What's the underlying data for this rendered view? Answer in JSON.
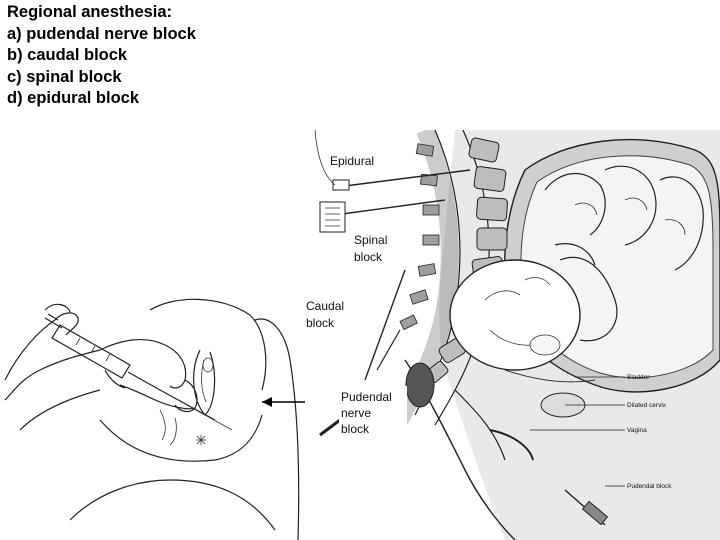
{
  "heading": {
    "title": "Regional anesthesia:",
    "items": [
      "a) pudendal nerve block",
      "b) caudal block",
      "c) spinal block",
      "d) epidural block"
    ]
  },
  "labels": {
    "epidural": "Epidural",
    "spinal_1": "Spinal",
    "spinal_2": "block",
    "caudal_1": "Caudal",
    "caudal_2": "block",
    "pudendal_1": "Pudendal",
    "pudendal_2": "nerve",
    "pudendal_3": "block",
    "bladder": "Bladder",
    "dilated_cervix": "Dilated cervix",
    "vagina": "Vagina",
    "pudendal_small": "Pudendal block"
  }
}
